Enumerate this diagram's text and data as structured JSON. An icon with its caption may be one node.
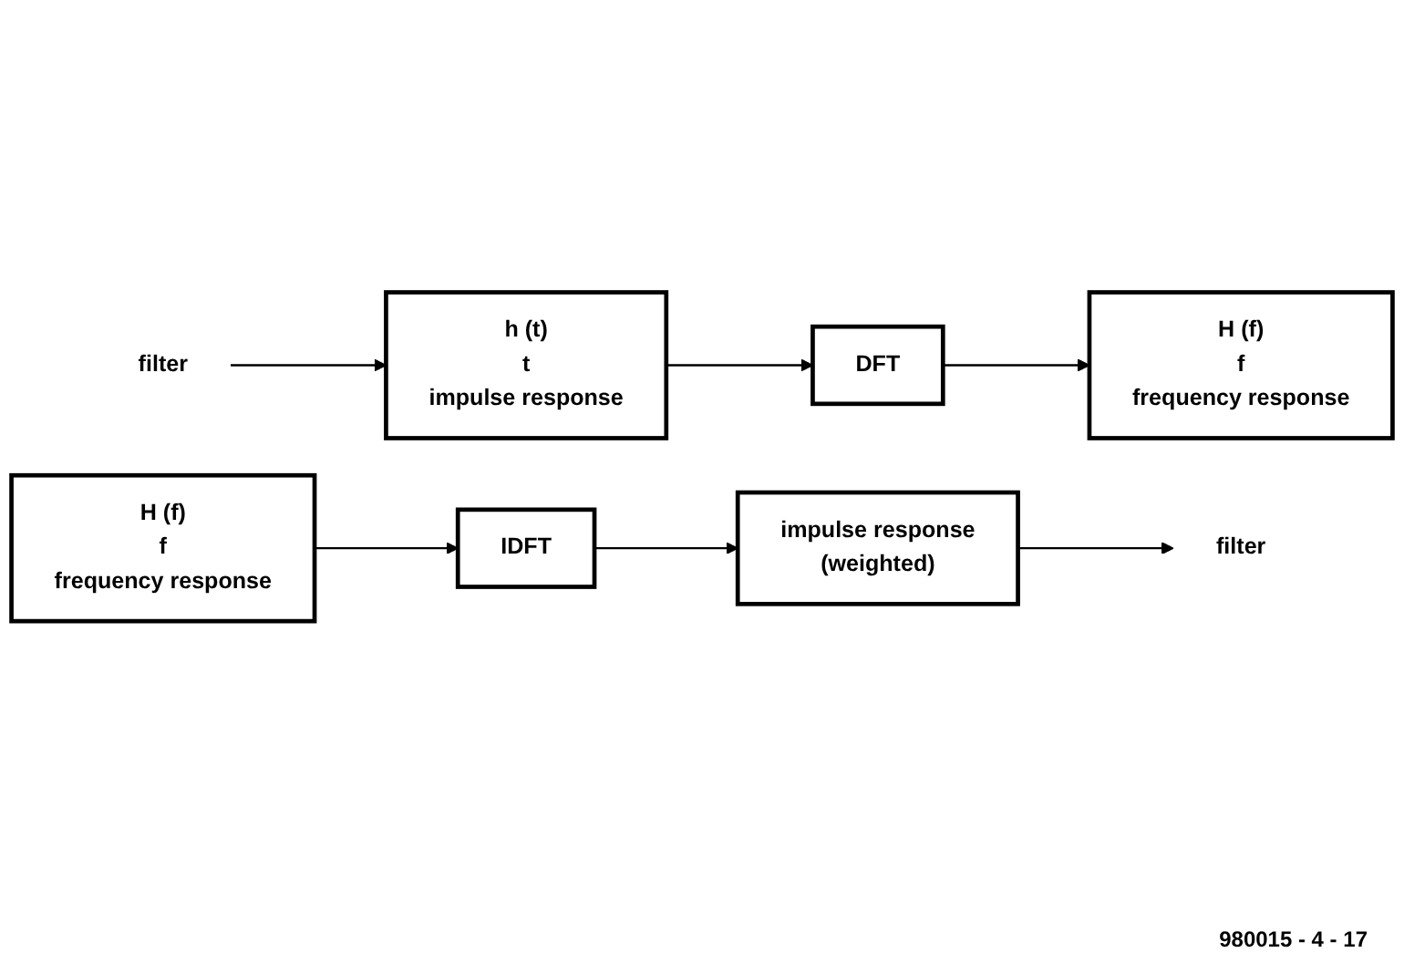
{
  "diagram": {
    "nodes": [
      {
        "text": [
          "filter"
        ]
      },
      {
        "text": [
          "h (t)",
          "t",
          "impulse response"
        ]
      },
      {
        "text": [
          "DFT"
        ]
      },
      {
        "text": [
          "H (f)",
          "f",
          "frequency response"
        ]
      },
      {
        "text": [
          "H (f)",
          "f",
          "frequency response"
        ]
      },
      {
        "text": [
          "IDFT"
        ]
      },
      {
        "text": [
          "impulse response",
          "(weighted)"
        ]
      },
      {
        "text": [
          "filter"
        ]
      }
    ],
    "edges": [
      {
        "from": 0,
        "to": 1,
        "arrow": "to"
      },
      {
        "from": 1,
        "to": 2,
        "arrow": "to"
      },
      {
        "from": 2,
        "to": 3,
        "arrow": "to"
      },
      {
        "from": 4,
        "to": 5,
        "arrow": "to"
      },
      {
        "from": 5,
        "to": 6,
        "arrow": "to"
      },
      {
        "from": 6,
        "to": 7,
        "arrow": "to"
      }
    ],
    "labels": [
      "980015 - 4 - 17"
    ]
  }
}
